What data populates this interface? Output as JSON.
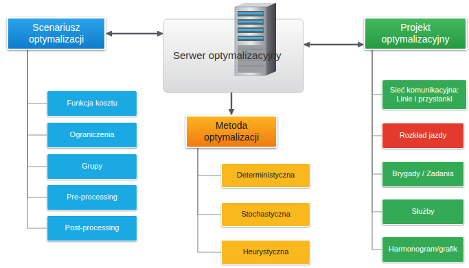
{
  "diagram": {
    "nodes": [
      {
        "text": [
          "Scenariusz optymalizacji"
        ]
      },
      {
        "text": [
          "Serwer optymalizacyjny"
        ]
      },
      {
        "text": [
          "Projekt optymalizacyjny"
        ]
      },
      {
        "text": [
          "Metoda optymalizacji"
        ]
      },
      {
        "text": [
          "Funkcja kosztu"
        ]
      },
      {
        "text": [
          "Ograniczenia"
        ]
      },
      {
        "text": [
          "Grupy"
        ]
      },
      {
        "text": [
          "Pre-processing"
        ]
      },
      {
        "text": [
          "Post-processing"
        ]
      },
      {
        "text": [
          "Deterministyczna"
        ]
      },
      {
        "text": [
          "Stochastyczna"
        ]
      },
      {
        "text": [
          "Heurystyczna"
        ]
      },
      {
        "text": [
          "Sieć komunikacyjna: Linie i przystanki"
        ]
      },
      {
        "text": [
          "Rozkład jazdy"
        ]
      },
      {
        "text": [
          "Brygady / Zadania"
        ]
      },
      {
        "text": [
          "Służby"
        ]
      },
      {
        "text": [
          "Harmonogram/grafik"
        ]
      }
    ],
    "edges": [
      {
        "from": 0,
        "to": 1,
        "arrow": "both"
      },
      {
        "from": 1,
        "to": 2,
        "arrow": "both"
      },
      {
        "from": 1,
        "to": 3,
        "arrow": "to"
      },
      {
        "from": 0,
        "to": 4,
        "arrow": "none"
      },
      {
        "from": 0,
        "to": 5,
        "arrow": "none"
      },
      {
        "from": 0,
        "to": 6,
        "arrow": "none"
      },
      {
        "from": 0,
        "to": 7,
        "arrow": "none"
      },
      {
        "from": 0,
        "to": 8,
        "arrow": "none"
      },
      {
        "from": 3,
        "to": 9,
        "arrow": "none"
      },
      {
        "from": 3,
        "to": 10,
        "arrow": "none"
      },
      {
        "from": 3,
        "to": 11,
        "arrow": "none"
      },
      {
        "from": 2,
        "to": 12,
        "arrow": "none"
      },
      {
        "from": 2,
        "to": 13,
        "arrow": "none"
      },
      {
        "from": 2,
        "to": 14,
        "arrow": "none"
      },
      {
        "from": 2,
        "to": 15,
        "arrow": "none"
      },
      {
        "from": 2,
        "to": 16,
        "arrow": "none"
      }
    ]
  }
}
